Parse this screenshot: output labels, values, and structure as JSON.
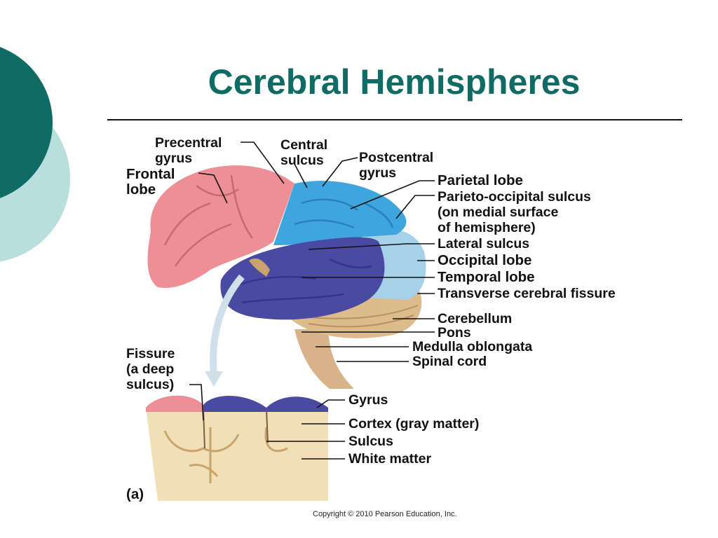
{
  "slide": {
    "title": "Cerebral Hemispheres",
    "copyright": "Copyright © 2010 Pearson Education, Inc."
  },
  "colors": {
    "theme_dark": "#0f6b63",
    "theme_light": "#b8dede",
    "frontal": "#ee8e95",
    "parietal": "#3fa6dd",
    "occipital": "#a7d0ea",
    "temporal": "#4a4aa2",
    "cerebellum": "#dcbb8d",
    "brainstem": "#d8b38a",
    "cortex_block": "#f1dfb7"
  },
  "labels": {
    "precentral_gyrus": "Precentral\ngyrus",
    "central_sulcus": "Central\nsulcus",
    "postcentral_gyrus": "Postcentral\ngyrus",
    "frontal_lobe": "Frontal\nlobe",
    "parietal_lobe": "Parietal lobe",
    "parieto_occipital_sulcus": "Parieto-occipital sulcus\n(on medial surface\nof hemisphere)",
    "lateral_sulcus": "Lateral sulcus",
    "occipital_lobe": "Occipital lobe",
    "temporal_lobe": "Temporal lobe",
    "transverse_cerebral_fissure": "Transverse cerebral fissure",
    "cerebellum": "Cerebellum",
    "pons": "Pons",
    "medulla_oblongata": "Medulla oblongata",
    "spinal_cord": "Spinal cord",
    "fissure": "Fissure\n(a deep\nsulcus)",
    "gyrus": "Gyrus",
    "cortex": "Cortex (gray matter)",
    "sulcus": "Sulcus",
    "white_matter": "White matter",
    "panel_label": "(a)"
  }
}
